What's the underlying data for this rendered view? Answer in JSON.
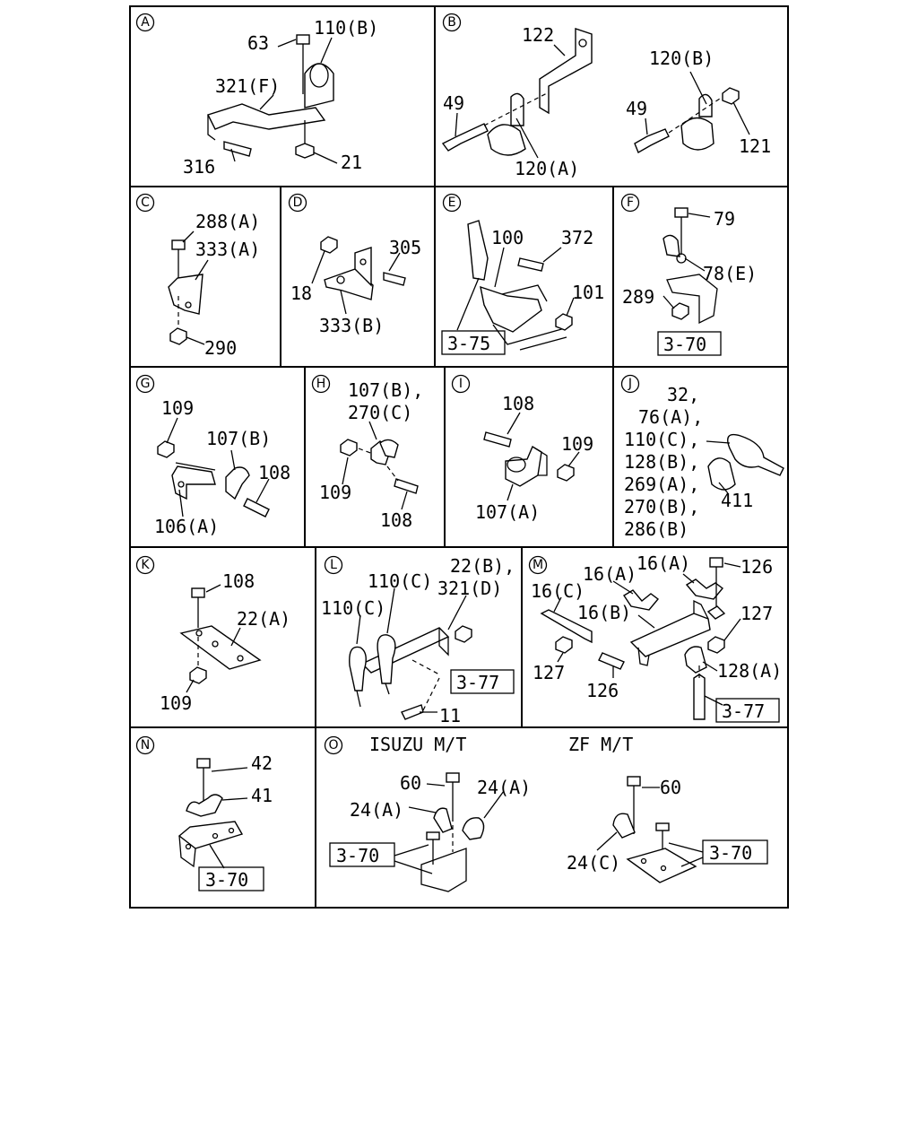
{
  "sections": [
    {
      "id": "A",
      "letter": "A",
      "labels": [
        "63",
        "110(B)",
        "321(F)",
        "316",
        "21"
      ]
    },
    {
      "id": "B",
      "letter": "B",
      "labels": [
        "122",
        "120(B)",
        "49",
        "49",
        "120(A)",
        "121"
      ]
    },
    {
      "id": "C",
      "letter": "C",
      "labels": [
        "288(A)",
        "333(A)",
        "290"
      ]
    },
    {
      "id": "D",
      "letter": "D",
      "labels": [
        "305",
        "18",
        "333(B)"
      ]
    },
    {
      "id": "E",
      "letter": "E",
      "labels": [
        "100",
        "372",
        "101"
      ],
      "refs": [
        "3-75"
      ]
    },
    {
      "id": "F",
      "letter": "F",
      "labels": [
        "79",
        "78(E)",
        "289"
      ],
      "refs": [
        "3-70"
      ]
    },
    {
      "id": "G",
      "letter": "G",
      "labels": [
        "109",
        "107(B)",
        "108",
        "106(A)"
      ]
    },
    {
      "id": "H",
      "letter": "H",
      "labels": [
        "107(B),",
        "270(C)",
        "109",
        "108"
      ]
    },
    {
      "id": "I",
      "letter": "I",
      "labels": [
        "108",
        "109",
        "107(A)"
      ]
    },
    {
      "id": "J",
      "letter": "J",
      "labels": [
        "32,",
        "76(A),",
        "110(C),",
        "128(B),",
        "269(A),",
        "270(B),",
        "286(B)",
        "411"
      ]
    },
    {
      "id": "K",
      "letter": "K",
      "labels": [
        "108",
        "22(A)",
        "109"
      ]
    },
    {
      "id": "L",
      "letter": "L",
      "labels": [
        "22(B),",
        "110(C)",
        "321(D)",
        "110(C)",
        "11"
      ],
      "refs": [
        "3-77"
      ]
    },
    {
      "id": "M",
      "letter": "M",
      "labels": [
        "16(A)",
        "16(A)",
        "126",
        "16(C)",
        "16(B)",
        "127",
        "127",
        "126",
        "128(A)"
      ],
      "refs": [
        "3-77"
      ]
    },
    {
      "id": "N",
      "letter": "N",
      "labels": [
        "42",
        "41"
      ],
      "refs": [
        "3-70"
      ]
    },
    {
      "id": "O",
      "letter": "O",
      "labels": [
        "ISUZU M/T",
        "ZF M/T",
        "60",
        "24(A)",
        "24(A)",
        "60",
        "24(C)"
      ],
      "refs": [
        "3-70",
        "3-70"
      ]
    }
  ]
}
